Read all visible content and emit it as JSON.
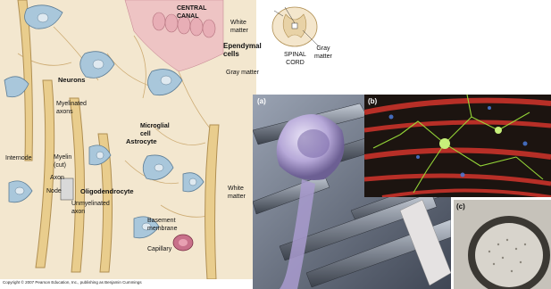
{
  "left_diagram": {
    "labels": {
      "central_canal": "CENTRAL\nCANAL",
      "white_matter_top": "White\nmatter",
      "gray_matter_right": "Gray\nmatter",
      "spinal_cord": "SPINAL\nCORD",
      "ependymal_cells": "Ependymal\ncells",
      "gray_matter": "Gray matter",
      "neurons": "Neurons",
      "myelinated_axons": "Myelinated\naxons",
      "microglial_cell": "Microglial\ncell",
      "astrocyte": "Astrocyte",
      "internode": "Internode",
      "myelin_cut": "Myelin\n(cut)",
      "axon": "Axon",
      "node": "Node",
      "oligodendrocyte": "Oligodendrocyte",
      "unmyelinated_axon": "Unmyelinated\naxon",
      "white_matter": "White\nmatter",
      "basement_membrane": "Basement\nmembrane",
      "capillary": "Capillary"
    },
    "copyright": "Copyright © 2007 Pearson Education, Inc., publishing as Benjamin Cummings"
  },
  "panels": {
    "a": "(a)",
    "b": "(b)",
    "c": "(c)"
  },
  "colors": {
    "background_tan": "#f3e7cf",
    "axon_tan": "#e9cd8d",
    "neuron_blue": "#a9c7db",
    "ependymal_pink": "#e8aeb6",
    "micrograph_dark": "#1c1410",
    "fiber_red": "#c8322a",
    "fiber_green": "#9be03a",
    "render_lilac": "#b6a8d8",
    "render_grey": "#7d8490"
  }
}
